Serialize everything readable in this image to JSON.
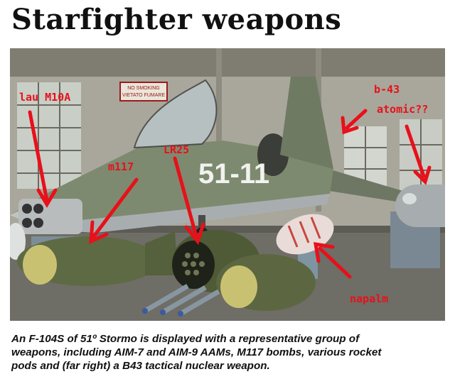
{
  "page": {
    "title": "Starfighter weapons",
    "caption_lines": [
      "An F-104S of 51º Stormo is displayed with a representative group of",
      "weapons, including AIM-7 and AIM-9 AAMs, M117 bombs, various rocket",
      "pods and (far right) a B43 tactical nuclear weapon."
    ]
  },
  "photo": {
    "sign_lines": [
      "NO SMOKING",
      "VIETATO FUMARE"
    ],
    "tail_code": "51-11"
  },
  "annotations": {
    "color": "#e8101a",
    "labels": {
      "lau": "lau M10A",
      "m117": "m117",
      "lr25": "LR25",
      "b43": "b-43",
      "atomic": "atomic??",
      "napalm": "napalm"
    }
  }
}
